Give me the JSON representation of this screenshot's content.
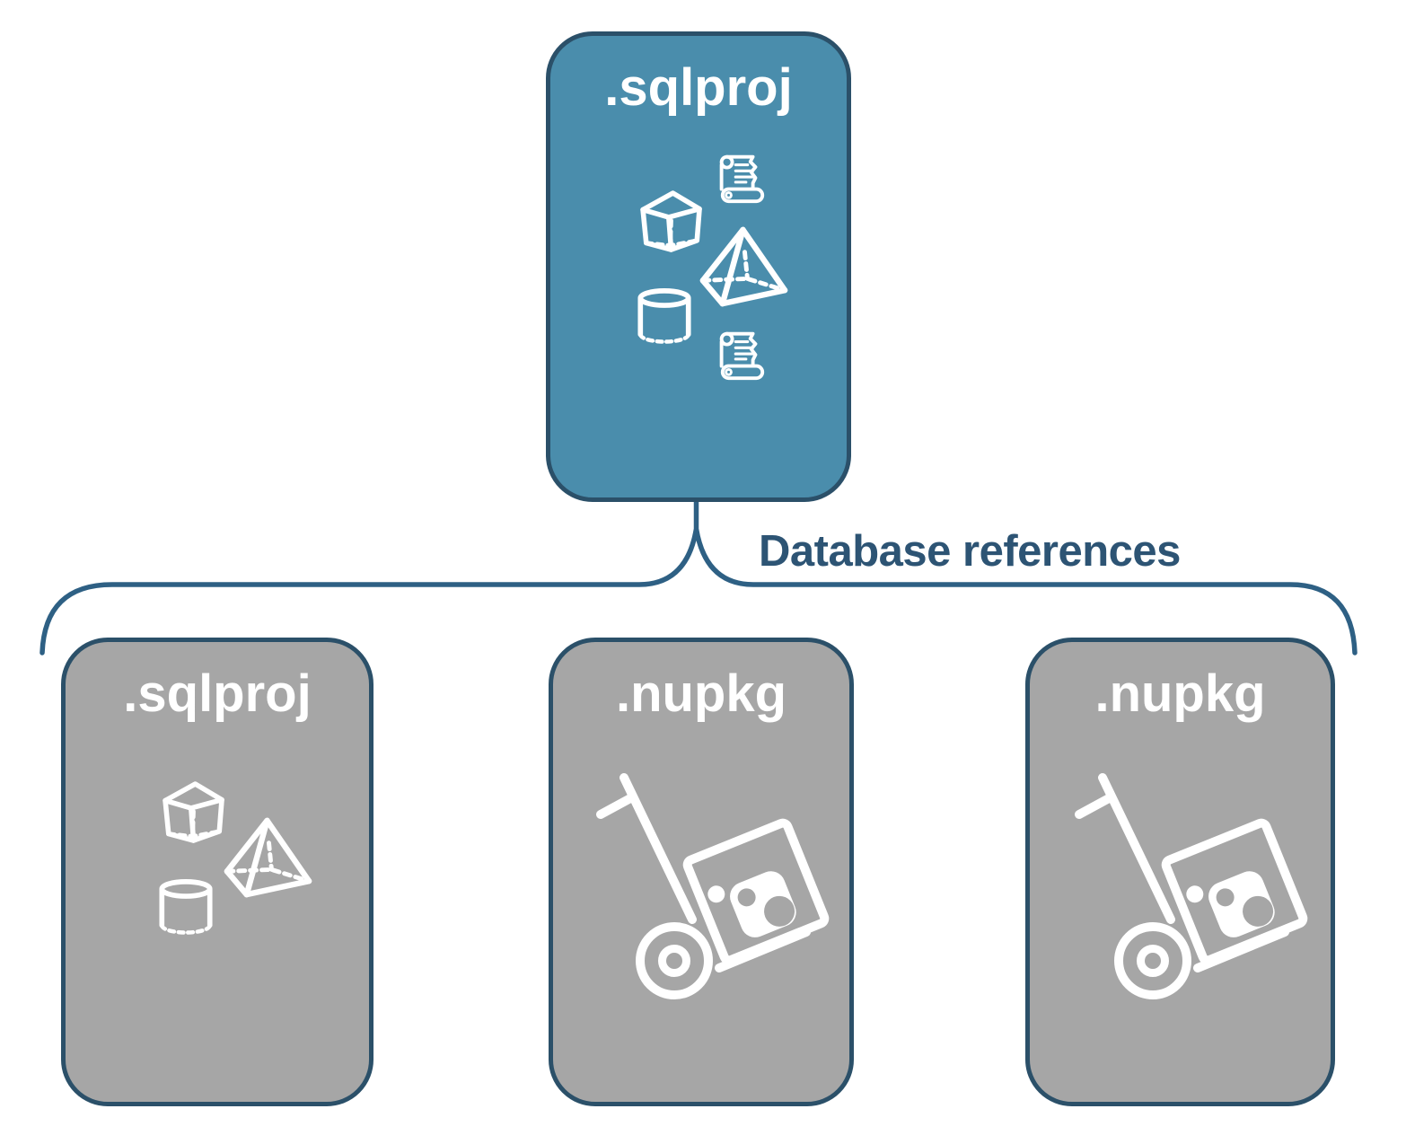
{
  "diagram": {
    "root_node": {
      "label": ".sqlproj",
      "icons": [
        "scroll-icon",
        "cube-icon",
        "pyramid-icon",
        "cylinder-icon",
        "scroll-icon"
      ]
    },
    "connector": {
      "label": "Database references"
    },
    "child_nodes": [
      {
        "label": ".sqlproj",
        "icons": [
          "cube-icon",
          "pyramid-icon",
          "cylinder-icon"
        ]
      },
      {
        "label": ".nupkg",
        "icons": [
          "hand-truck-package-icon"
        ]
      },
      {
        "label": ".nupkg",
        "icons": [
          "hand-truck-package-icon"
        ]
      }
    ],
    "colors": {
      "root_fill": "#4a8dac",
      "child_fill": "#a6a6a6",
      "border": "#2b5069",
      "brace": "#2e6084",
      "label_text": "#2d5474",
      "icon": "#ffffff"
    }
  }
}
